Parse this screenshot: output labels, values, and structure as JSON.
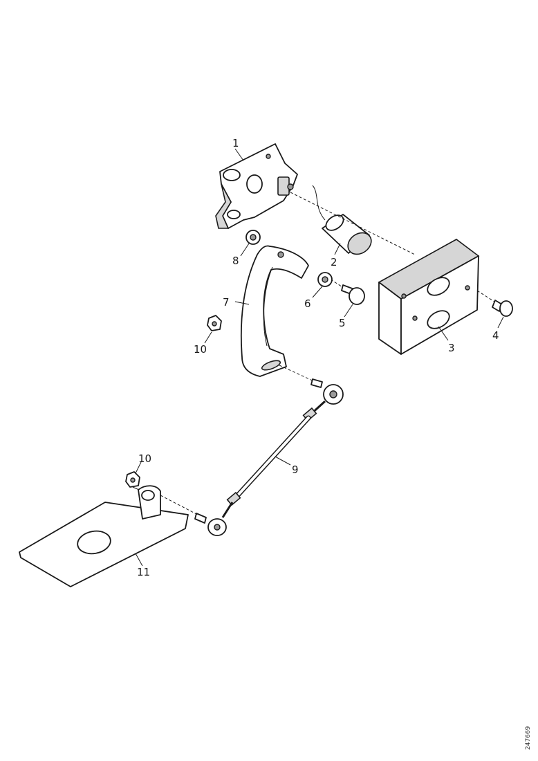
{
  "callouts": {
    "c1": "1",
    "c2": "2",
    "c3": "3",
    "c4": "4",
    "c5": "5",
    "c6": "6",
    "c7": "7",
    "c8": "8",
    "c9": "9",
    "c10": "10",
    "c10b": "10",
    "c11": "11"
  },
  "reference_code": "247669"
}
